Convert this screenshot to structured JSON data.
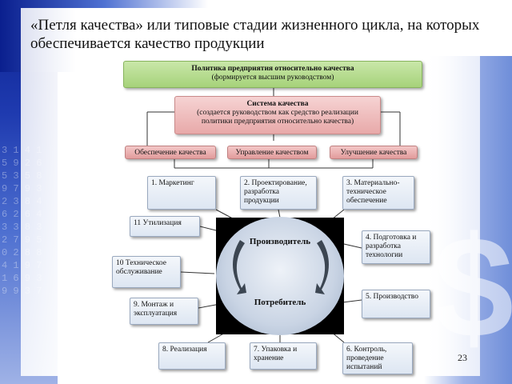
{
  "title": "«Петля качества» или типовые стадии жизненного цикла, на которых обеспечивается качество продукции",
  "policy": {
    "line1": "Политика предприятия относительно качества",
    "line2": "(формируется высшим руководством)"
  },
  "system": {
    "line1": "Система качества",
    "line2": "(создается руководством как средство реализации",
    "line3": "политики предприятия относительно качества)"
  },
  "subsystems": [
    "Обеспечение качества",
    "Управление качеством",
    "Улучшение качества"
  ],
  "stages": {
    "s1": "1.  Маркетинг",
    "s2": "2.  Проектирование, разработка продукции",
    "s3": "3.  Материально-техническое обеспечение",
    "s4": "4.  Подготовка и разработка технологии",
    "s5": "5.  Производство",
    "s6": "6.  Контроль, проведение испытаний",
    "s7": "7.  Упаковка и хранение",
    "s8": "8.  Реализация",
    "s9": "9.  Монтаж и эксплуатация",
    "s10": "10 Техническое обслуживание",
    "s11": "11   Утилизация"
  },
  "center": {
    "producer": "Производитель",
    "consumer": "Потребитель"
  },
  "page_number": "23"
}
